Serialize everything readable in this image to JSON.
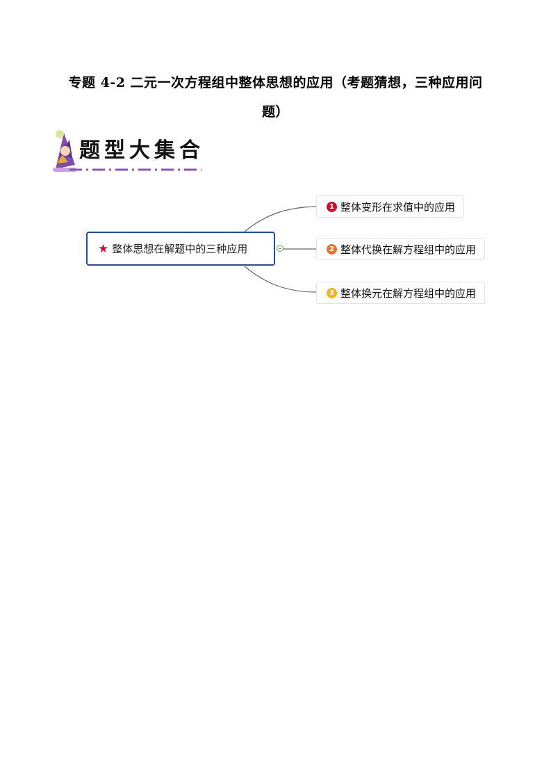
{
  "document": {
    "title_line1": "专题 4-2 二元一次方程组中整体思想的应用（考题猜想，三种应用问",
    "title_line2": "题）"
  },
  "banner": {
    "text": "题型大集合"
  },
  "mindmap": {
    "central_topic": "整体思想在解题中的三种应用",
    "branches": [
      {
        "number": "1",
        "label": "整体变形在求值中的应用",
        "color": "#c8102e"
      },
      {
        "number": "2",
        "label": "整体代换在解方程组中的应用",
        "color": "#e8742c"
      },
      {
        "number": "3",
        "label": "整体换元在解方程组中的应用",
        "color": "#f2b416"
      }
    ]
  }
}
